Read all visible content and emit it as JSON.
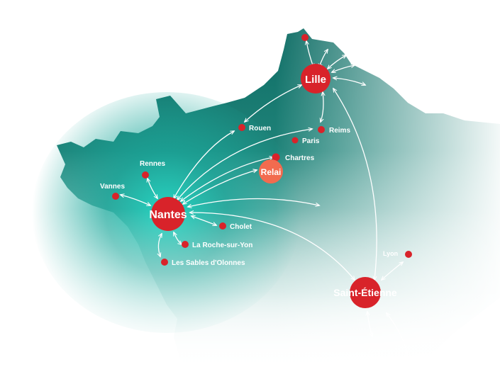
{
  "colors": {
    "land_dark": "#0e6e66",
    "land_mid": "#3f9a90",
    "glow": "#22d3c0",
    "hub": "#d8232a",
    "relay": "#f26b4f",
    "dot": "#d8232a",
    "arrow": "#ffffff",
    "label_text": "#ffffff"
  },
  "hubs": {
    "nantes": "Nantes",
    "lille": "Lille",
    "saint_etienne": "Saint-Étienne",
    "relai": "Relai"
  },
  "cities": {
    "rennes": "Rennes",
    "vannes": "Vannes",
    "cholet": "Cholet",
    "la_roche_sur_yon": "La Roche-sur-Yon",
    "les_sables": "Les Sables d'Olonnes",
    "rouen": "Rouen",
    "paris": "Paris",
    "chartres": "Chartres",
    "reims": "Reims",
    "lyon": "Lyon",
    "dunkerque": ""
  },
  "icons": {
    "hub": "red-circle-icon",
    "city": "red-dot-icon",
    "route": "double-arrow-icon"
  }
}
